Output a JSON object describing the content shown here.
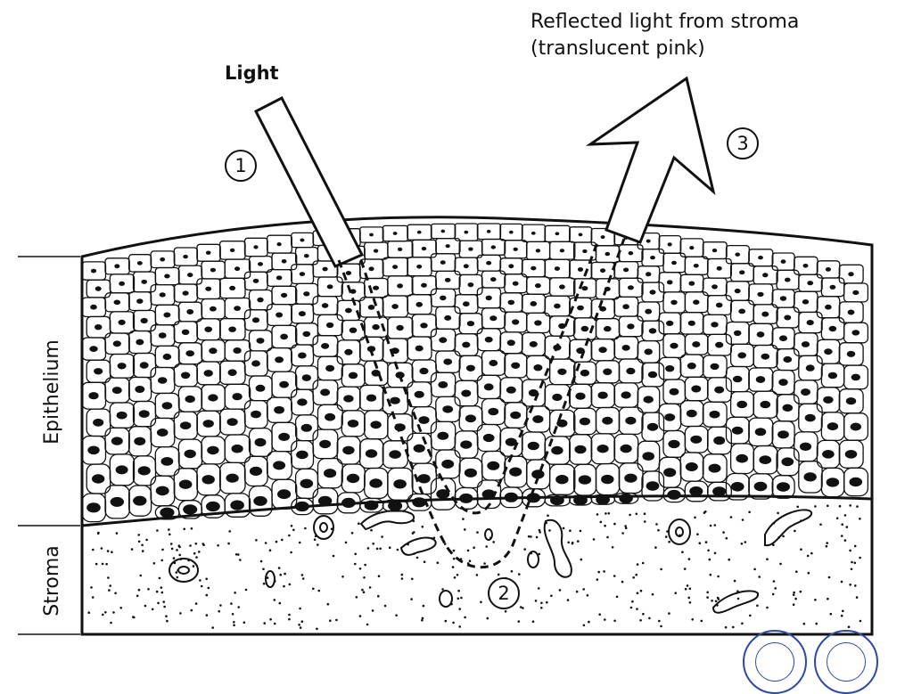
{
  "labels": {
    "light": "Light",
    "reflected_line1": "Reflected light from stroma",
    "reflected_line2": "(translucent pink)",
    "epithelium": "Epithelium",
    "stroma": "Stroma"
  },
  "markers": {
    "one": "1",
    "two": "2",
    "three": "3"
  },
  "colors": {
    "ink": "#111111",
    "logo": "#2e4aa3"
  }
}
